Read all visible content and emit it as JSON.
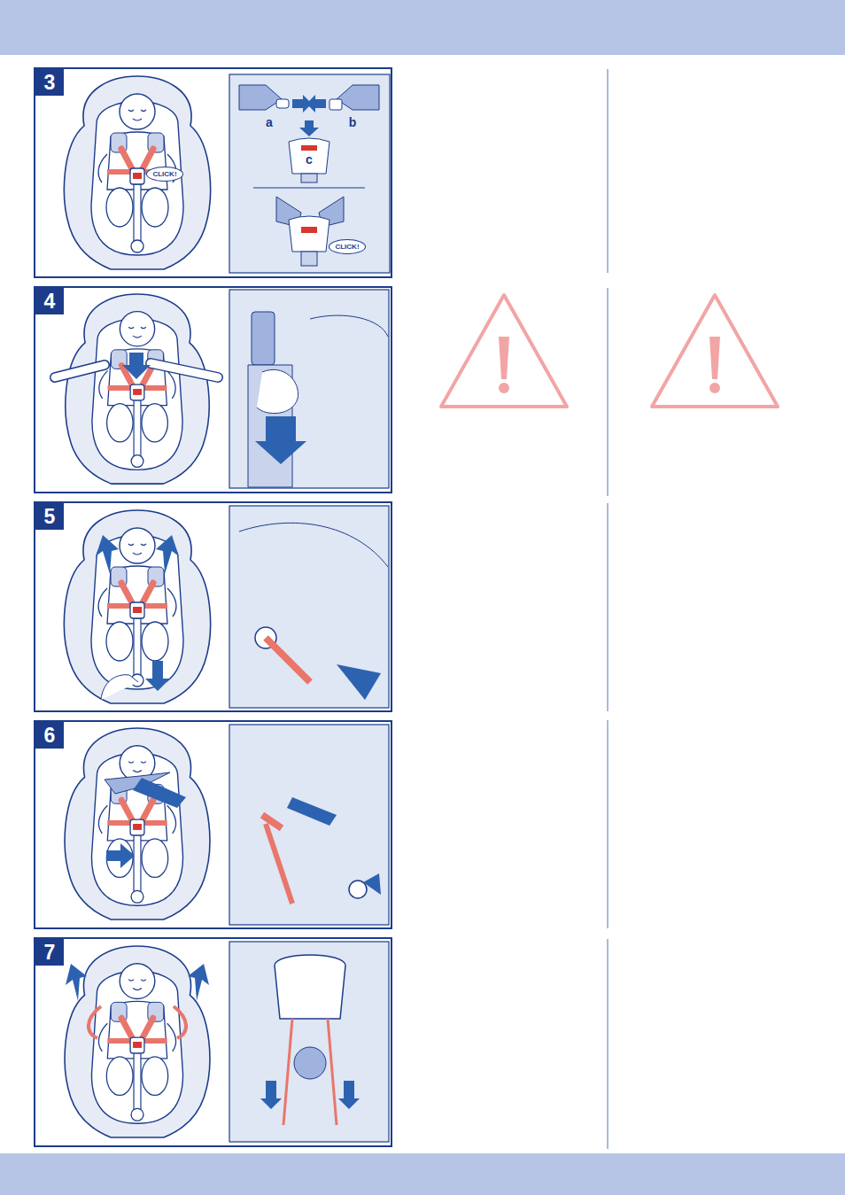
{
  "diagram": {
    "nodes": [
      {
        "text": [
          "3"
        ]
      },
      {
        "text": [
          "CLICK!"
        ],
        "in": 0
      },
      {
        "text": [
          "CLICK!"
        ],
        "in": 0
      },
      {
        "text": [
          "4"
        ]
      },
      {
        "text": [
          "5"
        ]
      },
      {
        "text": [
          "6"
        ]
      },
      {
        "text": [
          "7"
        ]
      }
    ],
    "labels": [
      "a",
      "b",
      "c"
    ]
  }
}
